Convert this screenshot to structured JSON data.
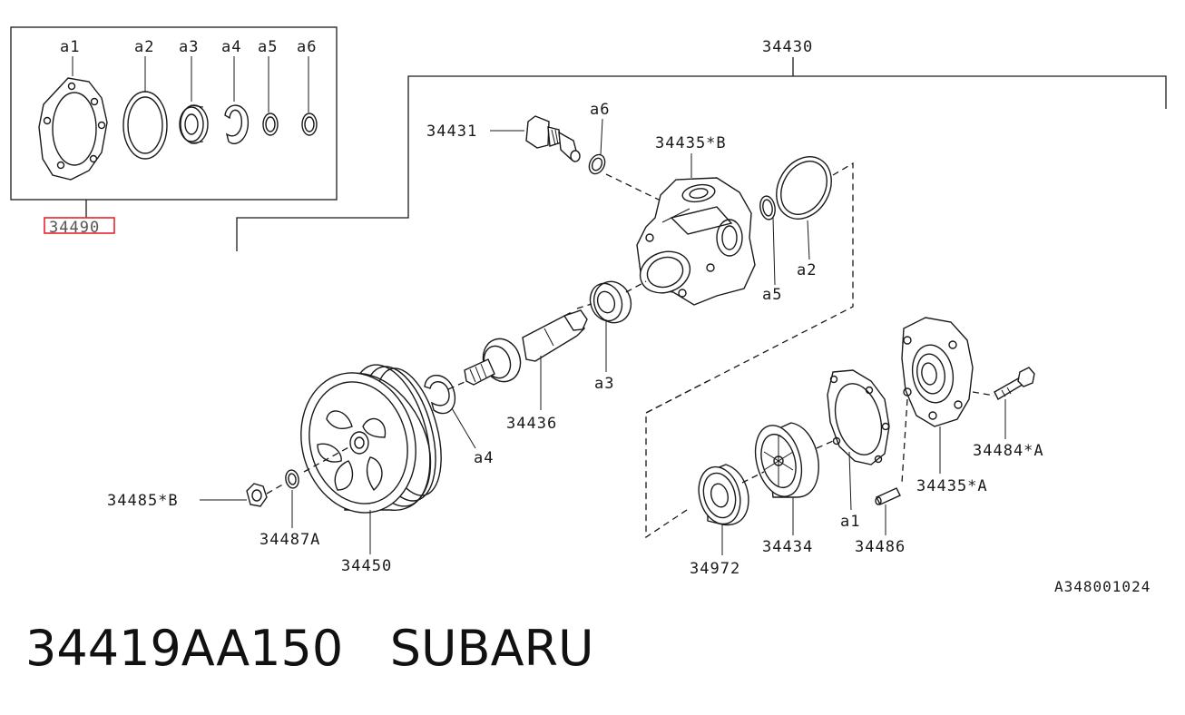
{
  "kit": {
    "items": [
      "a1",
      "a2",
      "a3",
      "a4",
      "a5",
      "a6"
    ],
    "part_number": "34490"
  },
  "labels": {
    "assembly": "34430",
    "sensor": "34431",
    "sensor_gasket": "a6",
    "housing_b": "34435*B",
    "oring_small": "a5",
    "oring_large": "a2",
    "bearing": "a3",
    "shaft": "34436",
    "snap_ring": "a4",
    "pulley": "34450",
    "nut": "34485*B",
    "washer": "34487A",
    "bolt": "34484*A",
    "housing_a": "34435*A",
    "gasket": "a1",
    "pin": "34486",
    "rotor": "34434",
    "seal": "34972"
  },
  "diagram_code": "A348001024",
  "footer": {
    "part_number": "34419AA150",
    "brand": "SUBARU"
  },
  "highlight_color": "#e8242a"
}
